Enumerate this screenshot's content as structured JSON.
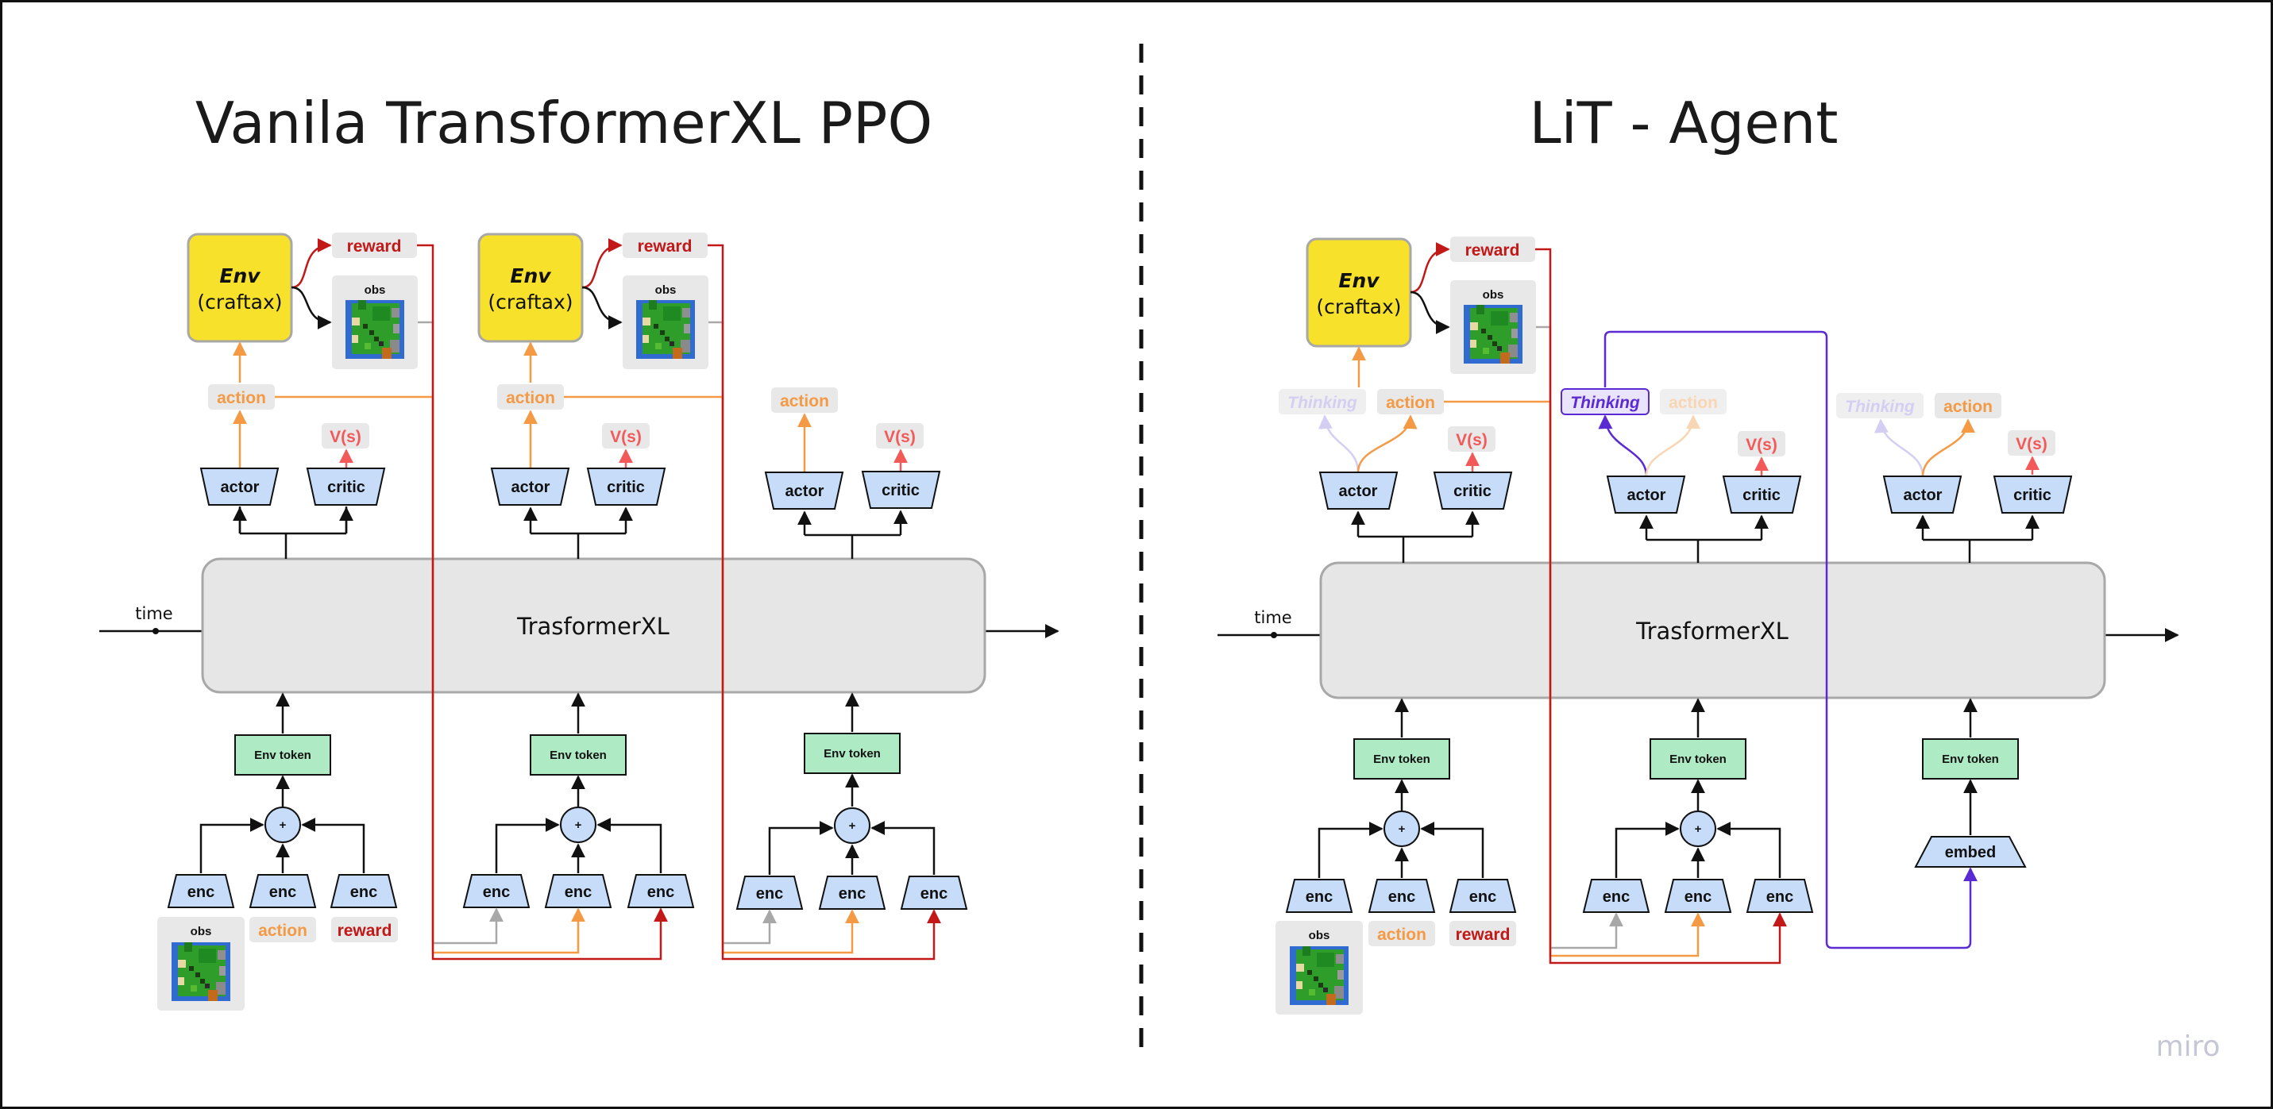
{
  "titles": {
    "left": "Vanila TransformerXL PPO",
    "right": "LiT - Agent"
  },
  "labels": {
    "env": "Env",
    "env_sub": "(craftax)",
    "obs": "obs",
    "reward": "reward",
    "action": "action",
    "thinking": "Thinking",
    "value": "V(s)",
    "actor": "actor",
    "critic": "critic",
    "core": "TrasformerXL",
    "time": "time",
    "env_token": "Env token",
    "enc": "enc",
    "embed": "embed",
    "plus": "+"
  },
  "watermark": "miro",
  "colors": {
    "env_fill": "#f7e12a",
    "head_fill": "#c6dcf9",
    "token_fill": "#aeeac4",
    "core_fill": "#e6e6e6",
    "tag_fill": "#e8e8e8",
    "action": "#f49a45",
    "reward": "#c21818",
    "value": "#f25a5a",
    "thinking": "#5a2ad2",
    "thinking_faded": "#d4cff2",
    "action_faded": "#f8d6b4",
    "obs_link": "#a8a8a8"
  },
  "icons": [
    "craftax-observation-thumbnail-icon",
    "arrow-head-icon",
    "sum-node-icon"
  ]
}
